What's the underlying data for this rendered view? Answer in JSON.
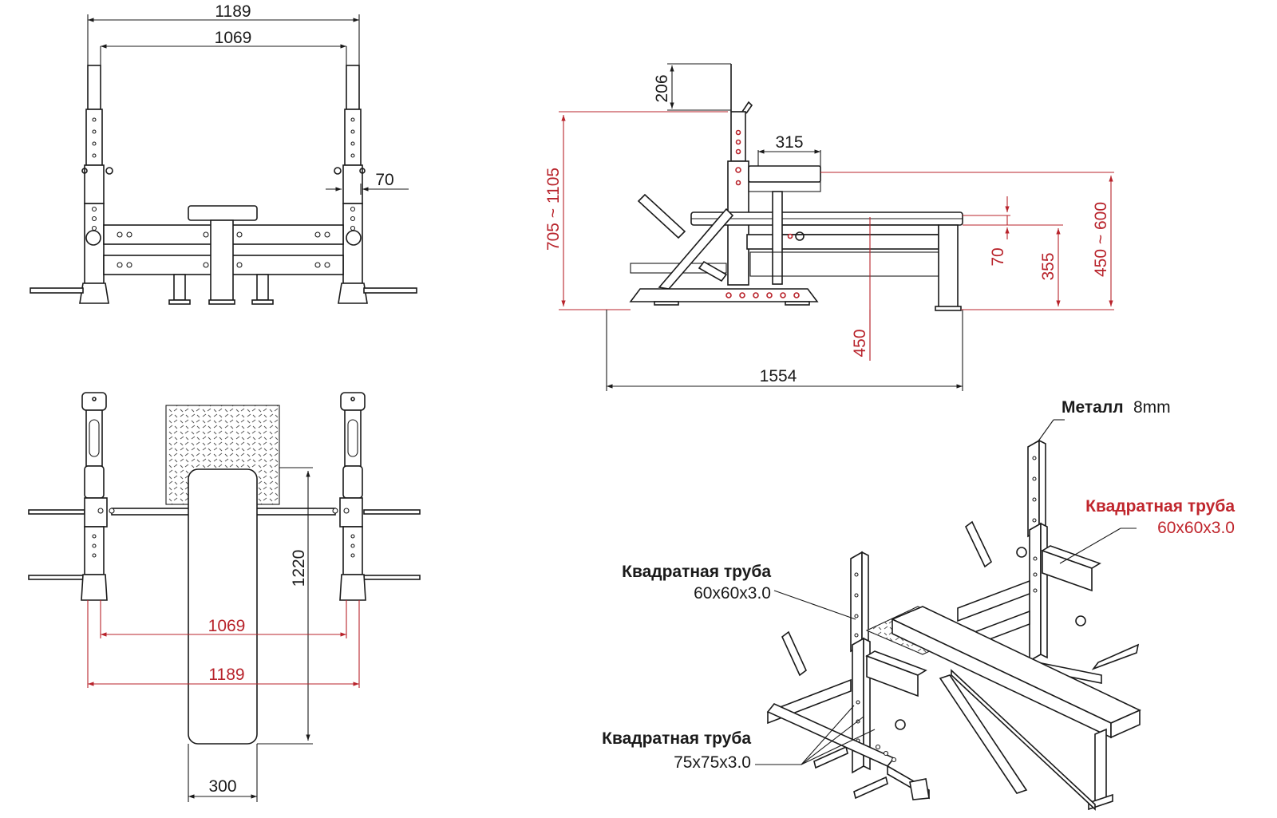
{
  "front_view": {
    "dim_outer_width": "1189",
    "dim_inner_width": "1069",
    "dim_hook_depth": "70"
  },
  "top_view": {
    "dim_length": "1220",
    "dim_inner_width": "1069",
    "dim_outer_width": "1189",
    "dim_pad_width": "300"
  },
  "side_view": {
    "dim_hook_height": "206",
    "dim_total_height": "705 ~ 1105",
    "dim_spotter_depth": "315",
    "dim_pad_thickness": "70",
    "dim_bench_height": "355",
    "dim_spotter_height": "450 ~ 600",
    "dim_base_height": "450",
    "dim_length": "1554"
  },
  "iso_view": {
    "label_metal_bold": "Металл",
    "label_metal_value": "8mm",
    "label_tube_red_title": "Квадратная труба",
    "label_tube_red_size": "60x60x3.0",
    "label_tube_left_title": "Квадратная труба",
    "label_tube_left_size": "60x60x3.0",
    "label_tube_bottom_title": "Квадратная труба",
    "label_tube_bottom_size": "75x75x3.0"
  },
  "colors": {
    "line": "#1a1a1a",
    "dimension_red": "#b8232b",
    "label_red": "#c0262d",
    "background": "#ffffff"
  }
}
